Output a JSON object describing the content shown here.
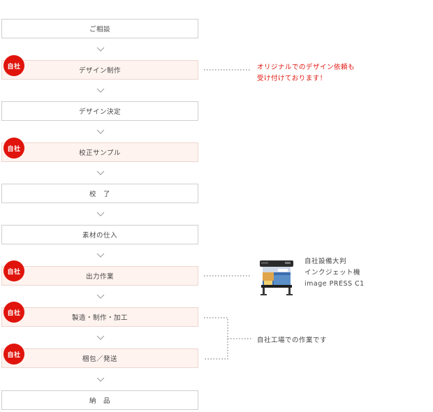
{
  "flow": {
    "steps": [
      {
        "label": "ご相談",
        "inhouse": false
      },
      {
        "label": "デザイン制作",
        "inhouse": true
      },
      {
        "label": "デザイン決定",
        "inhouse": false
      },
      {
        "label": "校正サンプル",
        "inhouse": true
      },
      {
        "label": "校　了",
        "inhouse": false
      },
      {
        "label": "素材の仕入",
        "inhouse": false
      },
      {
        "label": "出力作業",
        "inhouse": true
      },
      {
        "label": "製造・制作・加工",
        "inhouse": true
      },
      {
        "label": "梱包／発送",
        "inhouse": true
      },
      {
        "label": "納　品",
        "inhouse": false
      }
    ],
    "badge_label": "自社"
  },
  "notes": {
    "design": {
      "line1": "オリジナルでのデザイン依頼も",
      "line2": "受け付けております！"
    },
    "printer": {
      "line1": "自社設備大判",
      "line2": "インクジェット機",
      "line3": "image PRESS C1"
    },
    "factory": "自社工場での作業です"
  },
  "colors": {
    "accent_red": "#e0140c",
    "inhouse_bg": "#fff3ef",
    "border": "#cfcfcf"
  }
}
